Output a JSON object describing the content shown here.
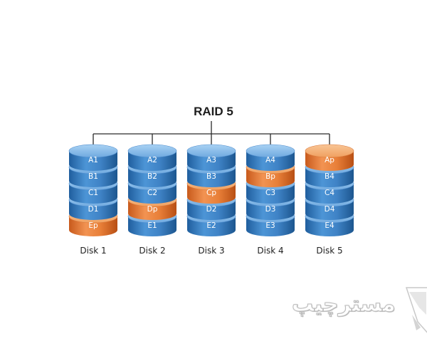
{
  "title": "RAID 5",
  "colors": {
    "data_block": "#3f83c6",
    "data_block_top": "#8cc0ec",
    "parity_block": "#e87f38",
    "parity_block_top": "#f6b27a",
    "connector": "#2a2a2a"
  },
  "disks": [
    {
      "label": "Disk 1",
      "blocks": [
        {
          "label": "A1",
          "type": "data"
        },
        {
          "label": "B1",
          "type": "data"
        },
        {
          "label": "C1",
          "type": "data"
        },
        {
          "label": "D1",
          "type": "data"
        },
        {
          "label": "Ep",
          "type": "parity"
        }
      ]
    },
    {
      "label": "Disk 2",
      "blocks": [
        {
          "label": "A2",
          "type": "data"
        },
        {
          "label": "B2",
          "type": "data"
        },
        {
          "label": "C2",
          "type": "data"
        },
        {
          "label": "Dp",
          "type": "parity"
        },
        {
          "label": "E1",
          "type": "data"
        }
      ]
    },
    {
      "label": "Disk 3",
      "blocks": [
        {
          "label": "A3",
          "type": "data"
        },
        {
          "label": "B3",
          "type": "data"
        },
        {
          "label": "Cp",
          "type": "parity"
        },
        {
          "label": "D2",
          "type": "data"
        },
        {
          "label": "E2",
          "type": "data"
        }
      ]
    },
    {
      "label": "Disk 4",
      "blocks": [
        {
          "label": "A4",
          "type": "data"
        },
        {
          "label": "Bp",
          "type": "parity"
        },
        {
          "label": "C3",
          "type": "data"
        },
        {
          "label": "D3",
          "type": "data"
        },
        {
          "label": "E3",
          "type": "data"
        }
      ]
    },
    {
      "label": "Disk 5",
      "blocks": [
        {
          "label": "Ap",
          "type": "parity"
        },
        {
          "label": "B4",
          "type": "data"
        },
        {
          "label": "C4",
          "type": "data"
        },
        {
          "label": "D4",
          "type": "data"
        },
        {
          "label": "E4",
          "type": "data"
        }
      ]
    }
  ],
  "watermark": {
    "text": "مسترچیپ"
  }
}
